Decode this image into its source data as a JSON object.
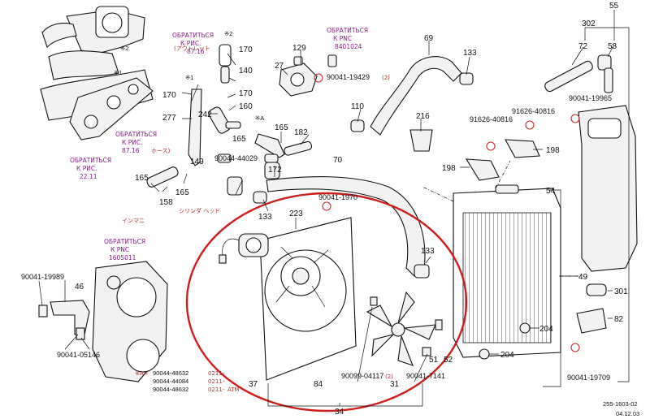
{
  "ref_notes": {
    "ref_top_1": "ОБРАТИТЬСЯ",
    "ref_top_2": "К PNC",
    "ref_top_3": "8401024",
    "ref_a_1": "ОБРАТИТЬСЯ",
    "ref_a_2": "К РИС.",
    "ref_a_3": "87.16",
    "ref_b_1": "ОБРАТИТЬСЯ",
    "ref_b_2": "К РИС.",
    "ref_b_3": "87.16",
    "ref_c_1": "ОБРАТИТЬСЯ",
    "ref_c_2": "К РИС.",
    "ref_c_3": "22.11",
    "ref_d_1": "ОБРАТИТЬСЯ",
    "ref_d_2": "К PNC",
    "ref_d_3": "1605011"
  },
  "jp_labels": {
    "outlet": "(アウトレット",
    "hose": "ホース)",
    "inmani": "インマニ",
    "cyl_head": "シリンダ ヘッド",
    "dot_a": "(2)",
    "dot_b": "(2)"
  },
  "callouts": {
    "c55": "55",
    "c302": "302",
    "c72": "72",
    "c58": "58",
    "c69": "69",
    "c133a": "133",
    "c129": "129",
    "c27": "27",
    "c170a": "170",
    "c170b": "170",
    "c170c": "170",
    "c140": "140",
    "c160": "160",
    "c277": "277",
    "c242": "242",
    "c165a": "165",
    "c165b": "165",
    "c165c": "165",
    "c165d": "165",
    "c182": "182",
    "c110": "110",
    "c216": "216",
    "c149": "149",
    "c158": "158",
    "c172": "172",
    "c70": "70",
    "c133b": "133",
    "c133c": "133",
    "c223": "223",
    "c54": "54",
    "c49": "49",
    "c301": "301",
    "c82": "82",
    "c204a": "204",
    "c204b": "204",
    "c198a": "198",
    "c198b": "198",
    "c46": "46",
    "c37": "37",
    "c84": "84",
    "c31": "31",
    "c51": "51",
    "c52": "52",
    "c34": "34",
    "k1": "※1",
    "k2": "※2",
    "k3": "※1",
    "k4": "※2",
    "k5": "※A"
  },
  "part_numbers": {
    "p1": "90041-19429",
    "p2": "90041-19965",
    "p3": "91626-40816",
    "p4": "91626-40816",
    "p5": "90044-44029",
    "p6": "90041-19989",
    "p7": "90041-05146",
    "p8": "90099-04117",
    "p9": "90041-7141",
    "p10": "90041-19709",
    "p11": "90041-1970"
  },
  "footnotes": {
    "f1_key": "※A=",
    "f1_pn": "90044-48632",
    "f1_val": "0211-",
    "f2_pn": "90044-44084",
    "f2_val": "0211-",
    "f3_pn": "90044-48632",
    "f3_val": "0211-",
    "f3_tag": "ATM"
  },
  "figure_id": "255-1603-02",
  "figure_date": "04.12.03"
}
